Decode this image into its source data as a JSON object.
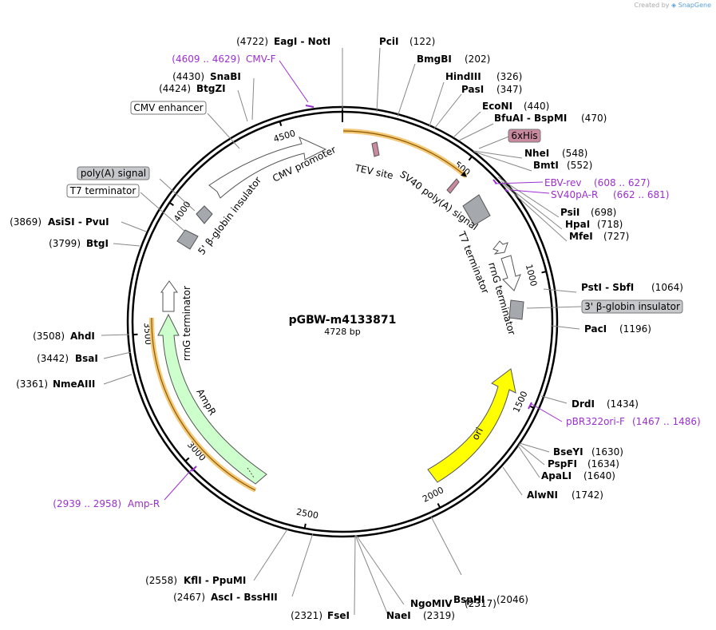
{
  "credit": {
    "prefix": "Created by",
    "brand": "SnapGene"
  },
  "plasmid": {
    "name": "pGBW-m4133871",
    "length_label": "4728 bp",
    "length": 4728
  },
  "colors": {
    "primer": "#9b30d0",
    "ori": "#ffff00",
    "ampr": "#ccffcc",
    "orange": "#f5a623",
    "gray": "#a5a9ae",
    "pink": "#c98aa0"
  },
  "ticks": [
    {
      "pos": 500,
      "label": "500"
    },
    {
      "pos": 1000,
      "label": "1000"
    },
    {
      "pos": 1500,
      "label": "1500"
    },
    {
      "pos": 2000,
      "label": "2000"
    },
    {
      "pos": 2500,
      "label": "2500"
    },
    {
      "pos": 3000,
      "label": "3000"
    },
    {
      "pos": 3500,
      "label": "3500"
    },
    {
      "pos": 4000,
      "label": "4000"
    },
    {
      "pos": 4500,
      "label": "4500"
    }
  ],
  "sites": [
    {
      "name": "EagI  -  NotI",
      "pos_text": "(4722)",
      "pos": 4722
    },
    {
      "name": "PciI",
      "pos_text": "(122)",
      "pos": 122
    },
    {
      "name": "BmgBI",
      "pos_text": "(202)",
      "pos": 202
    },
    {
      "name": "HindIII",
      "pos_text": "(326)",
      "pos": 326
    },
    {
      "name": "PasI",
      "pos_text": "(347)",
      "pos": 347
    },
    {
      "name": "EcoNI",
      "pos_text": "(440)",
      "pos": 440
    },
    {
      "name": "BfuAI  -  BspMI",
      "pos_text": "(470)",
      "pos": 470
    },
    {
      "name": "NheI",
      "pos_text": "(548)",
      "pos": 548
    },
    {
      "name": "BmtI",
      "pos_text": "(552)",
      "pos": 552
    },
    {
      "name": "PsiI",
      "pos_text": "(698)",
      "pos": 698
    },
    {
      "name": "HpaI",
      "pos_text": "(718)",
      "pos": 718
    },
    {
      "name": "MfeI",
      "pos_text": "(727)",
      "pos": 727
    },
    {
      "name": "PstI  -  SbfI",
      "pos_text": "(1064)",
      "pos": 1064
    },
    {
      "name": "PacI",
      "pos_text": "(1196)",
      "pos": 1196
    },
    {
      "name": "DrdI",
      "pos_text": "(1434)",
      "pos": 1434
    },
    {
      "name": "BseYI",
      "pos_text": "(1630)",
      "pos": 1630
    },
    {
      "name": "PspFI",
      "pos_text": "(1634)",
      "pos": 1634
    },
    {
      "name": "ApaLI",
      "pos_text": "(1640)",
      "pos": 1640
    },
    {
      "name": "AlwNI",
      "pos_text": "(1742)",
      "pos": 1742
    },
    {
      "name": "BspHI",
      "pos_text": "(2046)",
      "pos": 2046
    },
    {
      "name": "NgoMIV",
      "pos_text": "(2317)",
      "pos": 2317
    },
    {
      "name": "NaeI",
      "pos_text": "(2319)",
      "pos": 2319
    },
    {
      "name": "FseI",
      "pos_text": "(2321)",
      "pos": 2321
    },
    {
      "name": "AscI  -  BssHII",
      "pos_text": "(2467)",
      "pos": 2467
    },
    {
      "name": "KflI  -  PpuMI",
      "pos_text": "(2558)",
      "pos": 2558
    },
    {
      "name": "NmeAIII",
      "pos_text": "(3361)",
      "pos": 3361
    },
    {
      "name": "BsaI",
      "pos_text": "(3442)",
      "pos": 3442
    },
    {
      "name": "AhdI",
      "pos_text": "(3508)",
      "pos": 3508
    },
    {
      "name": "BtgI",
      "pos_text": "(3799)",
      "pos": 3799
    },
    {
      "name": "AsiSI  -  PvuI",
      "pos_text": "(3869)",
      "pos": 3869
    },
    {
      "name": "BtgZI",
      "pos_text": "(4424)",
      "pos": 4424
    },
    {
      "name": "SnaBI",
      "pos_text": "(4430)",
      "pos": 4430
    }
  ],
  "primers": [
    {
      "name": "CMV-F",
      "range": "(4609 .. 4629)"
    },
    {
      "name": "EBV-rev",
      "range": "(608 .. 627)"
    },
    {
      "name": "SV40pA-R",
      "range": "(662 .. 681)"
    },
    {
      "name": "pBR322ori-F",
      "range": "(1467 .. 1486)"
    },
    {
      "name": "Amp-R",
      "range": "(2939 .. 2958)"
    }
  ],
  "features": [
    {
      "name": "CMV enhancer",
      "style": "boxed"
    },
    {
      "name": "CMV promoter",
      "style": "arc"
    },
    {
      "name": "TEV site",
      "style": "arc"
    },
    {
      "name": "6xHis",
      "style": "boxed-pink"
    },
    {
      "name": "SV40 poly(A) signal",
      "style": "arc"
    },
    {
      "name": "T7 terminator",
      "style": "arc"
    },
    {
      "name": "rrnG terminator",
      "style": "arc"
    },
    {
      "name": "3' β-globin insulator",
      "style": "boxed-gray"
    },
    {
      "name": "ori",
      "style": "arc"
    },
    {
      "name": "AmpR",
      "style": "arc"
    },
    {
      "name": "rrnG terminator",
      "style": "arc"
    },
    {
      "name": "5' β-globin insulator",
      "style": "arc"
    },
    {
      "name": "poly(A) signal",
      "style": "boxed-gray"
    },
    {
      "name": "T7 terminator",
      "style": "boxed"
    }
  ]
}
